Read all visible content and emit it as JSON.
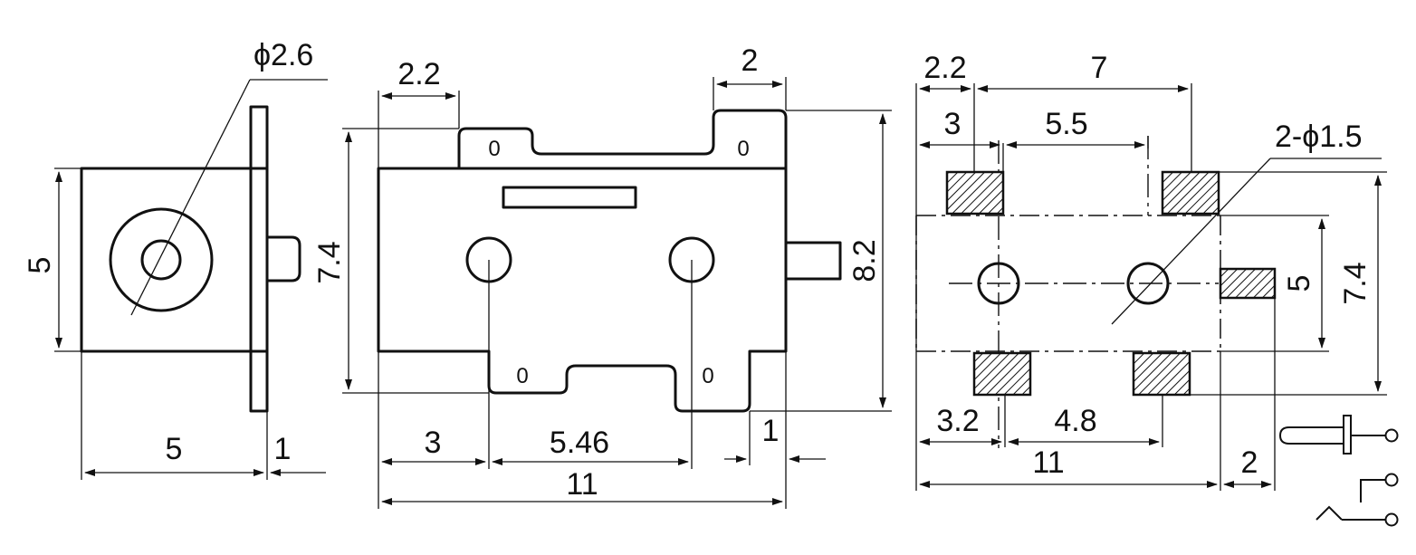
{
  "side_view": {
    "dia_label": "ϕ2.6",
    "height_label": "5",
    "width_label": "5",
    "flange_label": "1"
  },
  "front_view": {
    "left_tab_label": "2.2",
    "right_tab_label": "2",
    "height_left_label": "7.4",
    "height_right_label": "8.2",
    "offset_label": "3",
    "pitch_label": "5.46",
    "width_label": "11",
    "pin_label": "1",
    "tab_mark": "0"
  },
  "footprint": {
    "dim_2_2": "2.2",
    "dim_7": "7",
    "dim_3": "3",
    "dim_5_5": "5.5",
    "holes_label": "2-ϕ1.5",
    "dim_5": "5",
    "dim_7_4": "7.4",
    "dim_3_2": "3.2",
    "dim_4_8": "4.8",
    "dim_11": "11",
    "dim_2": "2"
  }
}
